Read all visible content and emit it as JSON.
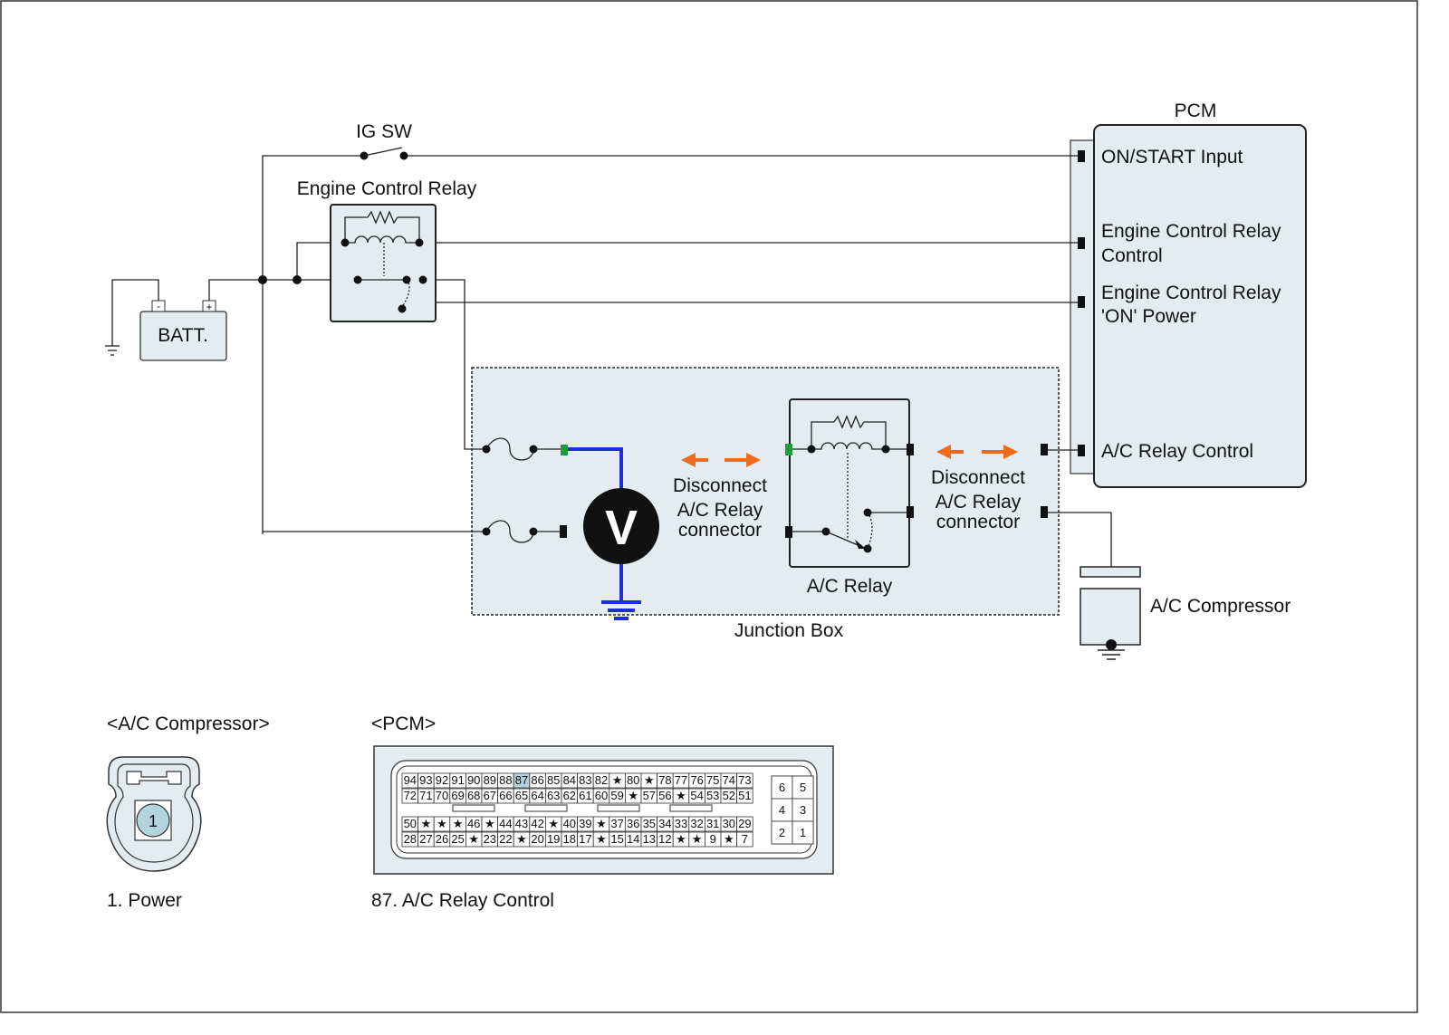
{
  "labels": {
    "ig_sw": "IG SW",
    "engine_control_relay": "Engine Control Relay",
    "battery": "BATT.",
    "battery_minus": "-",
    "battery_plus": "+",
    "pcm": "PCM",
    "junction_box": "Junction Box",
    "ac_relay": "A/C Relay",
    "ac_compressor": "A/C Compressor",
    "voltmeter": "V"
  },
  "pcm_pins": {
    "on_start": "ON/START Input",
    "ecr_control_1": "Engine Control Relay",
    "ecr_control_2": "Control",
    "ecr_on_power_1": "Engine Control Relay",
    "ecr_on_power_2": "'ON' Power",
    "ac_relay_control": "A/C Relay Control"
  },
  "disconnect_left": {
    "line1": "Disconnect",
    "line2": "A/C Relay",
    "line3": "connector"
  },
  "disconnect_right": {
    "line1": "Disconnect",
    "line2": "A/C Relay",
    "line3": "connector"
  },
  "connector_views": {
    "compressor_title": "<A/C Compressor>",
    "compressor_pin": "1",
    "compressor_caption": "1. Power",
    "pcm_title": "<PCM>",
    "pcm_caption": "87. A/C Relay Control",
    "highlight_pin": "87",
    "pcm_rows": [
      [
        "94",
        "93",
        "92",
        "91",
        "90",
        "89",
        "88",
        "87",
        "86",
        "85",
        "84",
        "83",
        "82",
        "★",
        "80",
        "★",
        "78",
        "77",
        "76",
        "75",
        "74",
        "73"
      ],
      [
        "72",
        "71",
        "70",
        "69",
        "68",
        "67",
        "66",
        "65",
        "64",
        "63",
        "62",
        "61",
        "60",
        "59",
        "★",
        "57",
        "56",
        "★",
        "54",
        "53",
        "52",
        "51"
      ],
      [
        "50",
        "★",
        "★",
        "★",
        "46",
        "★",
        "44",
        "43",
        "42",
        "★",
        "40",
        "39",
        "★",
        "37",
        "36",
        "35",
        "34",
        "33",
        "32",
        "31",
        "30",
        "29"
      ],
      [
        "28",
        "27",
        "26",
        "25",
        "★",
        "23",
        "22",
        "★",
        "20",
        "19",
        "18",
        "17",
        "★",
        "15",
        "14",
        "13",
        "12",
        "★",
        "★",
        "9",
        "★",
        "7"
      ]
    ],
    "pcm_small_block": [
      [
        "6",
        "5"
      ],
      [
        "4",
        "3"
      ],
      [
        "2",
        "1"
      ]
    ]
  },
  "colors": {
    "box_fill": "#e4ecef",
    "probe_wire": "#1f2fd6",
    "terminal_green": "#1e9b3c",
    "arrow_orange": "#ef6a1a",
    "pin_highlight": "#b3d3de"
  }
}
